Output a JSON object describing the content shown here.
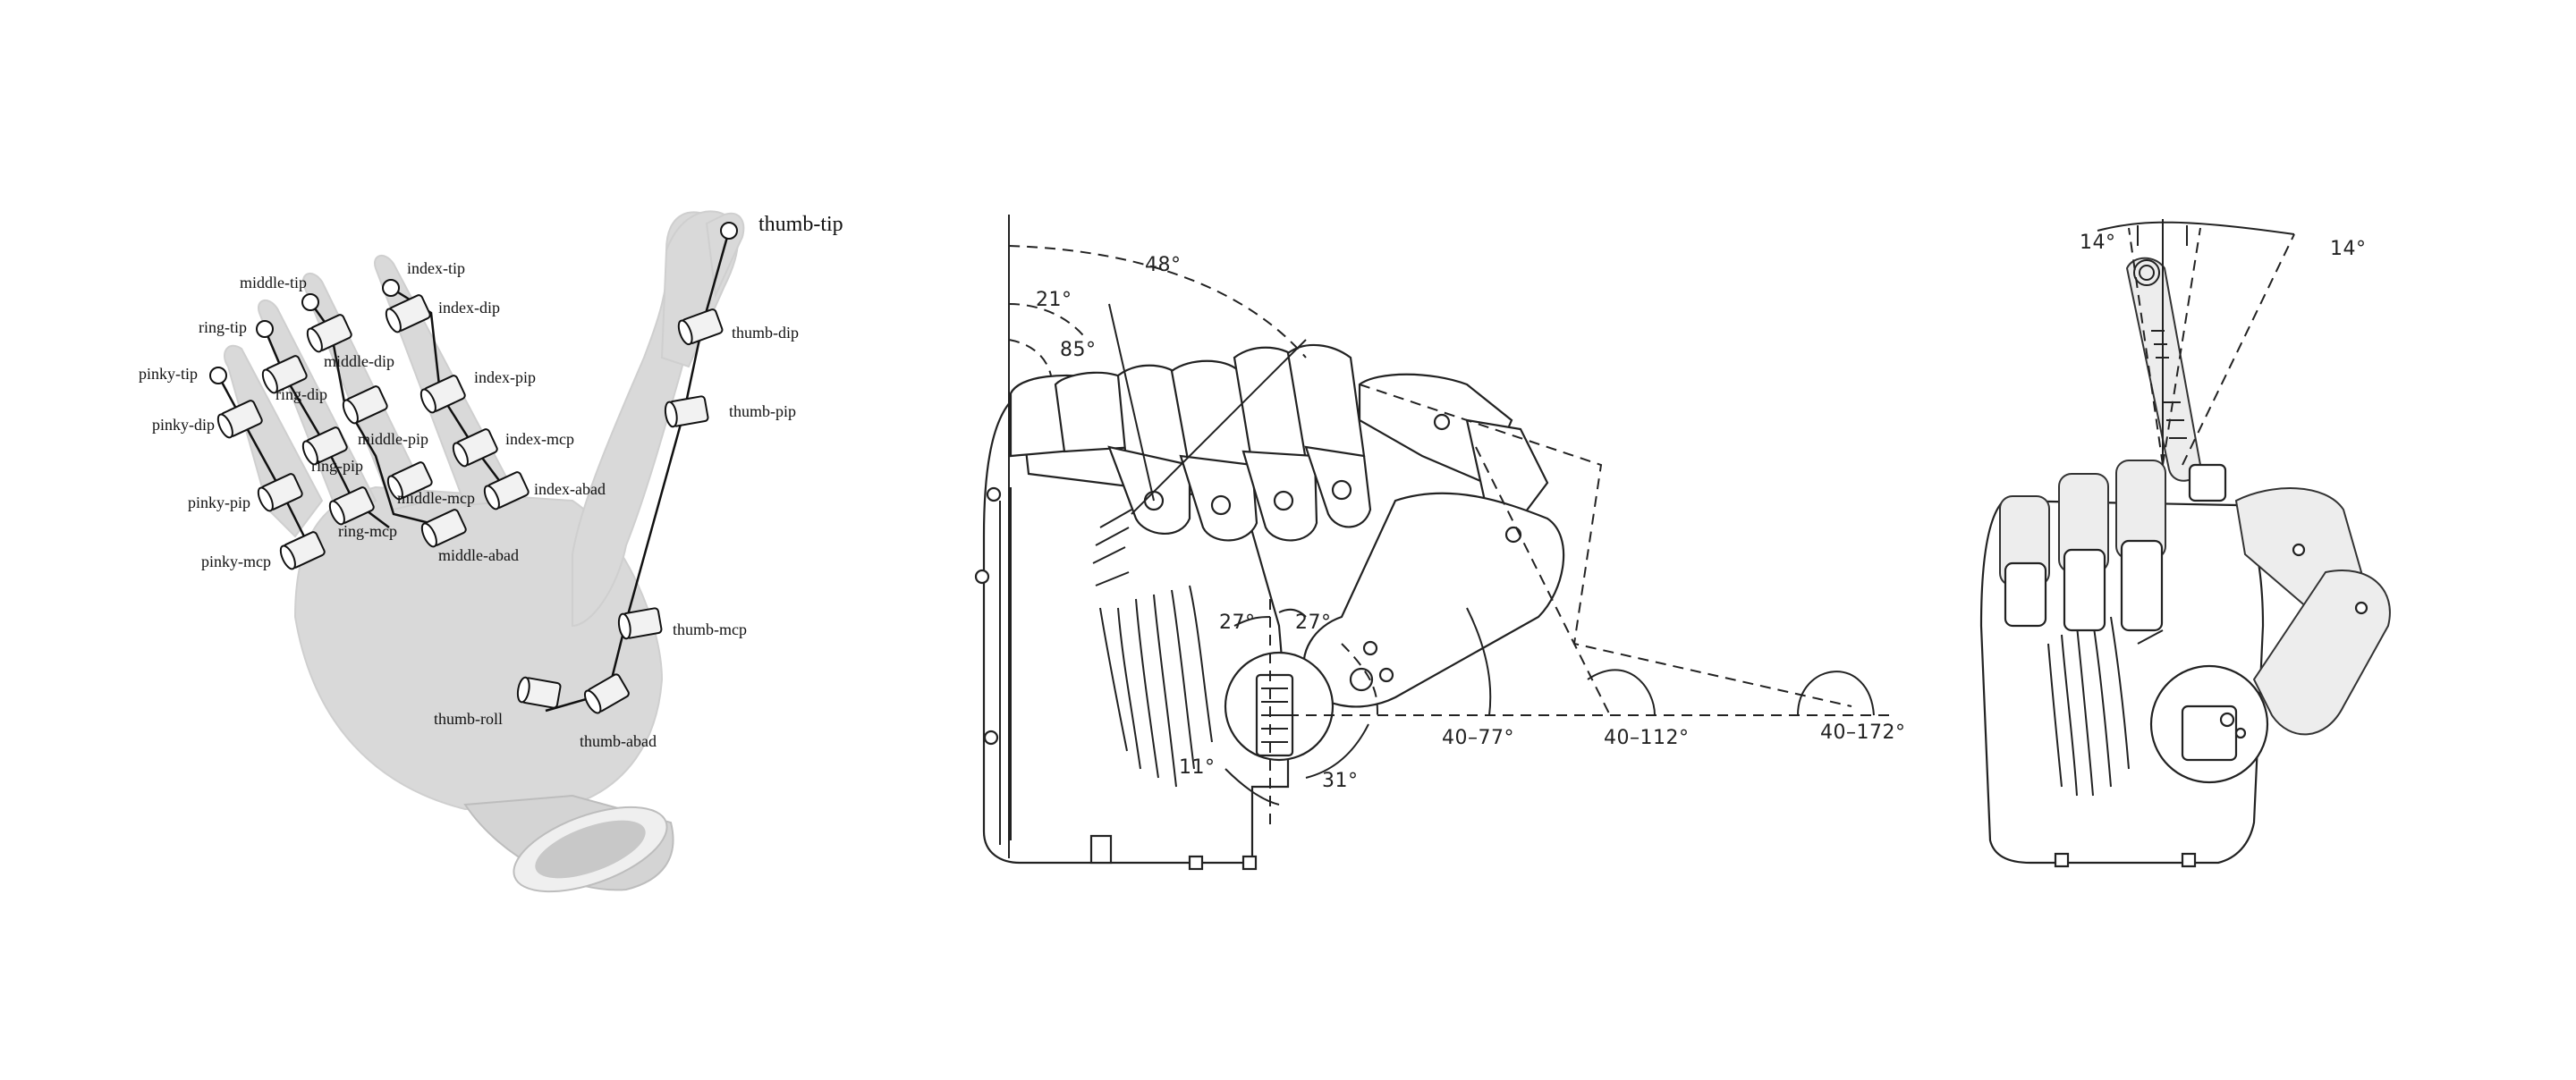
{
  "kinematic": {
    "joints": {
      "thumb_tip": "thumb-tip",
      "thumb_dip": "thumb-dip",
      "thumb_pip": "thumb-pip",
      "thumb_mcp": "thumb-mcp",
      "thumb_roll": "thumb-roll",
      "thumb_abad": "thumb-abad",
      "index_tip": "index-tip",
      "index_dip": "index-dip",
      "index_pip": "index-pip",
      "index_mcp": "index-mcp",
      "index_abad": "index-abad",
      "middle_tip": "middle-tip",
      "middle_dip": "middle-dip",
      "middle_pip": "middle-pip",
      "middle_mcp": "middle-mcp",
      "middle_abad": "middle-abad",
      "ring_tip": "ring-tip",
      "ring_dip": "ring-dip",
      "ring_pip": "ring-pip",
      "ring_mcp": "ring-mcp",
      "pinky_tip": "pinky-tip",
      "pinky_dip": "pinky-dip",
      "pinky_pip": "pinky-pip",
      "pinky_mcp": "pinky-mcp"
    }
  },
  "side_view": {
    "angles": {
      "a48": "48°",
      "a21": "21°",
      "a85": "85°",
      "a27_left": "27°",
      "a27_right": "27°",
      "a11": "11°",
      "a31": "31°",
      "r40_77": "40–77°",
      "r40_112": "40–112°",
      "r40_172": "40–172°"
    }
  },
  "front_view": {
    "angles": {
      "left_14": "14°",
      "right_14": "14°"
    }
  },
  "colors": {
    "hand_gray": "#d6d6d6",
    "line": "#222222"
  }
}
